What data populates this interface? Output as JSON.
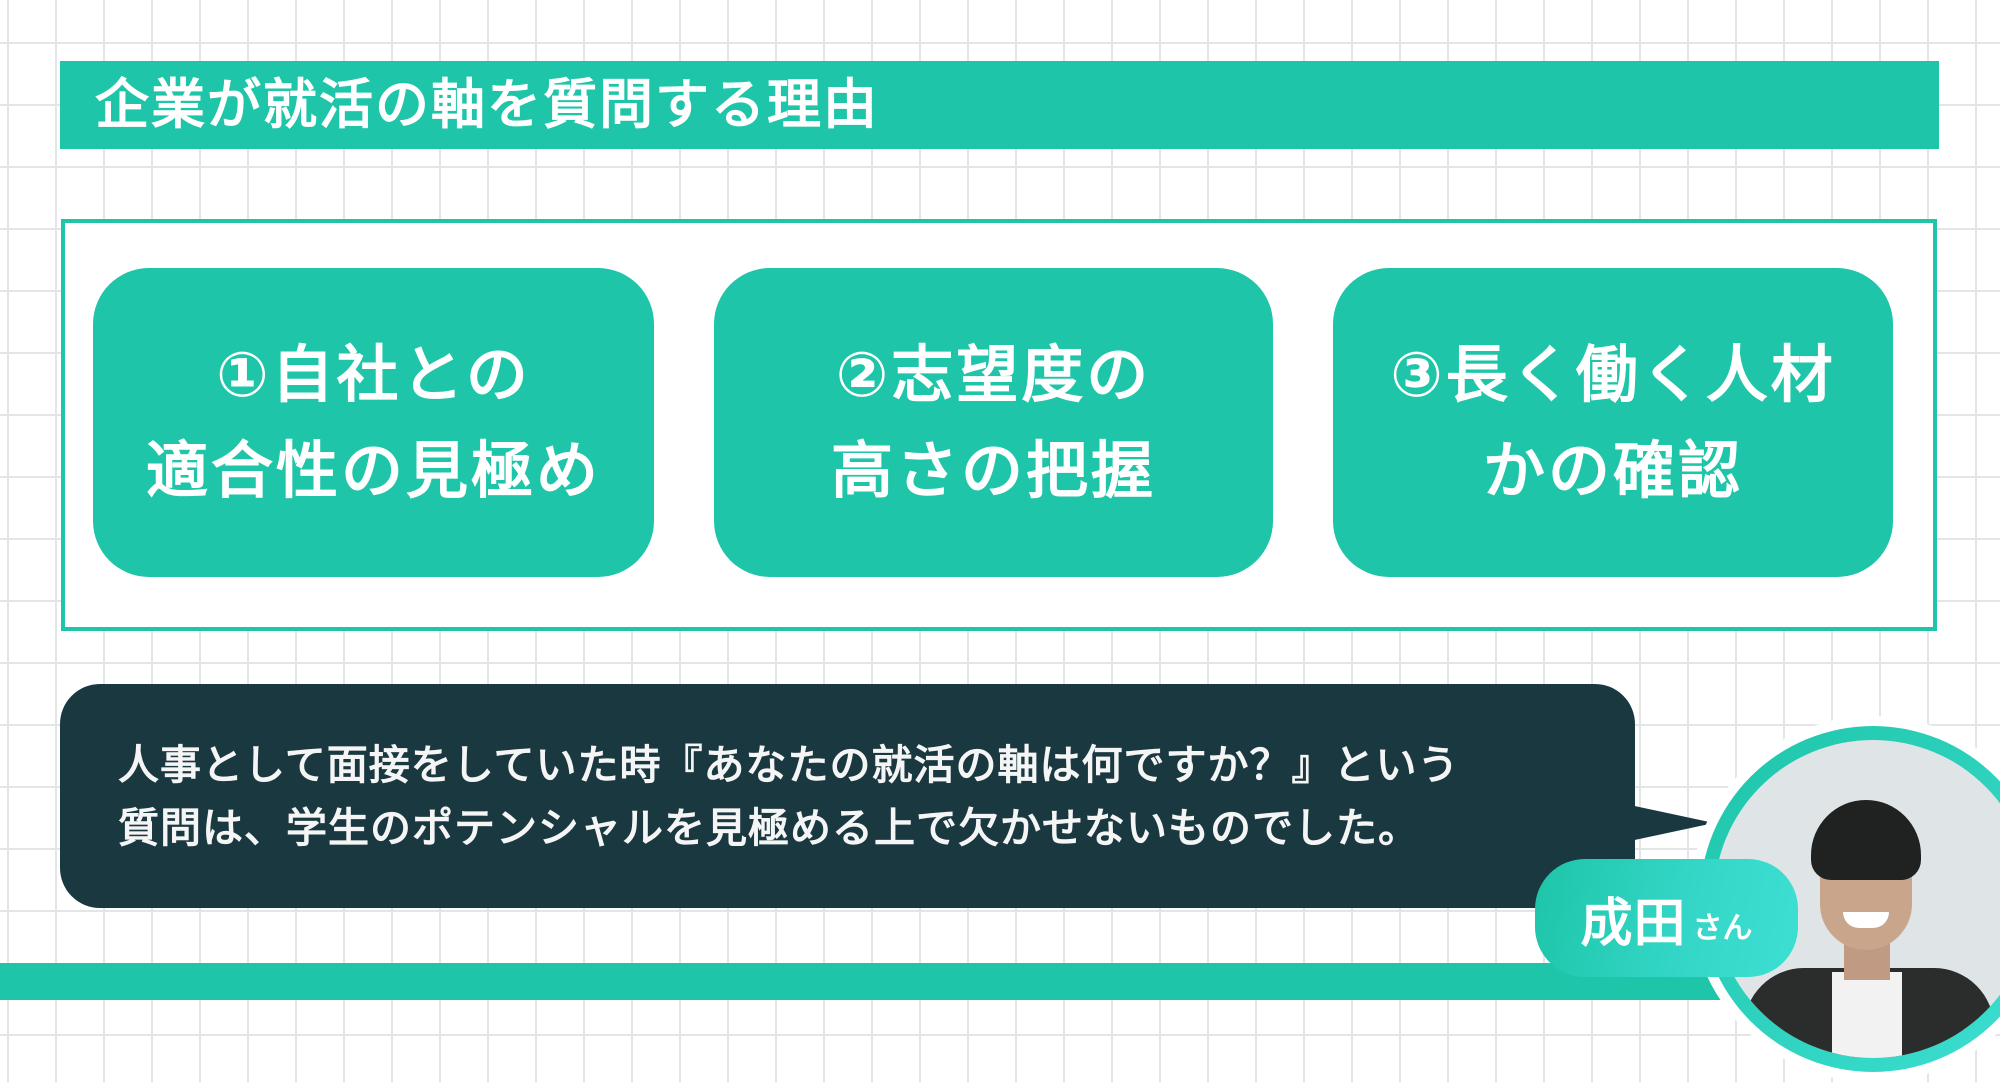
{
  "header": {
    "title": "企業が就活の軸を質問する理由"
  },
  "reasons": [
    {
      "line1": "①自社との",
      "line2": "適合性の見極め"
    },
    {
      "line1": "②志望度の",
      "line2": "高さの把握"
    },
    {
      "line1": "③長く働く人材",
      "line2": "かの確認"
    }
  ],
  "quote": {
    "line1": "人事として面接をしていた時『あなたの就活の軸は何ですか？』という",
    "line2": "質問は、学生のポテンシャルを見極める上で欠かせないものでした。"
  },
  "speaker": {
    "name": "成田",
    "honorific": "さん",
    "avatar_icon": "person-photo"
  },
  "colors": {
    "accent": "#1ec5a8",
    "accent_light": "#3ddfd3",
    "bubble": "#193840",
    "grid": "#e3e6e6"
  }
}
